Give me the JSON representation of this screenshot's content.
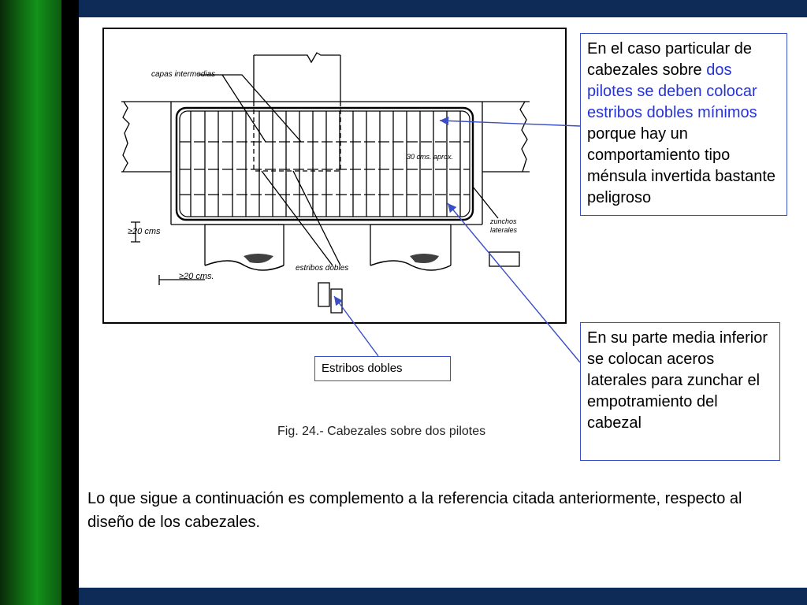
{
  "figure": {
    "labels": {
      "capas": "capas intermedias",
      "spacing": "30 cms. aprox.",
      "zunchos_1": "zunchos",
      "zunchos_2": "laterales",
      "dim_1": "≥20 cms",
      "dim_2": "≥20 cms.",
      "estribos": "estribos dobles"
    }
  },
  "callouts": {
    "top": {
      "part1": "En el caso particular de cabezales sobre ",
      "highlight": "dos pilotes se deben colocar estribos dobles mínimos",
      "part2": " porque hay un comportamiento tipo ménsula invertida bastante peligroso"
    },
    "bottom": "En su parte media inferior se colocan aceros laterales para zunchar el empotramiento del cabezal",
    "small": "Estribos dobles"
  },
  "caption": "Fig. 24.- Cabezales sobre dos pilotes",
  "body_text": "Lo que sigue a continuación es complemento a la referencia citada anteriormente, respecto al diseño de los cabezales.",
  "colors": {
    "navy_bar": "#0e2a57",
    "green_stripe": "#13921a",
    "callout_border": "#3b4fc4",
    "highlight_text": "#2533d6"
  }
}
